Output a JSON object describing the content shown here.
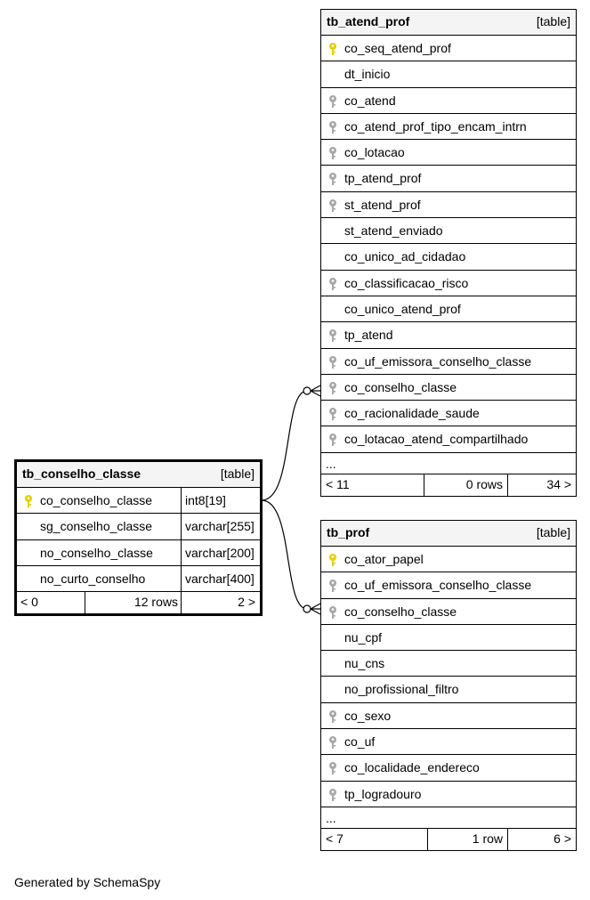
{
  "tables": {
    "atend": {
      "name": "tb_atend_prof",
      "type": "[table]",
      "columns": [
        {
          "name": "co_seq_atend_prof",
          "key": "pk"
        },
        {
          "name": "dt_inicio",
          "key": "none"
        },
        {
          "name": "co_atend",
          "key": "fk"
        },
        {
          "name": "co_atend_prof_tipo_encam_intrn",
          "key": "fk"
        },
        {
          "name": "co_lotacao",
          "key": "fk"
        },
        {
          "name": "tp_atend_prof",
          "key": "fk"
        },
        {
          "name": "st_atend_prof",
          "key": "fk"
        },
        {
          "name": "st_atend_enviado",
          "key": "none"
        },
        {
          "name": "co_unico_ad_cidadao",
          "key": "none"
        },
        {
          "name": "co_classificacao_risco",
          "key": "fk"
        },
        {
          "name": "co_unico_atend_prof",
          "key": "none"
        },
        {
          "name": "tp_atend",
          "key": "fk"
        },
        {
          "name": "co_uf_emissora_conselho_classe",
          "key": "fk"
        },
        {
          "name": "co_conselho_classe",
          "key": "fk"
        },
        {
          "name": "co_racionalidade_saude",
          "key": "fk"
        },
        {
          "name": "co_lotacao_atend_compartilhado",
          "key": "fk"
        }
      ],
      "more": "...",
      "footer": {
        "left": "< 11",
        "mid": "0 rows",
        "right": "34 >"
      }
    },
    "conselho": {
      "name": "tb_conselho_classe",
      "type": "[table]",
      "columns": [
        {
          "name": "co_conselho_classe",
          "key": "pk",
          "datatype": "int8[19]"
        },
        {
          "name": "sg_conselho_classe",
          "key": "none",
          "datatype": "varchar[255]"
        },
        {
          "name": "no_conselho_classe",
          "key": "none",
          "datatype": "varchar[200]"
        },
        {
          "name": "no_curto_conselho",
          "key": "none",
          "datatype": "varchar[400]"
        }
      ],
      "footer": {
        "left": "< 0",
        "mid": "12 rows",
        "right": "2 >"
      }
    },
    "prof": {
      "name": "tb_prof",
      "type": "[table]",
      "columns": [
        {
          "name": "co_ator_papel",
          "key": "pk"
        },
        {
          "name": "co_uf_emissora_conselho_classe",
          "key": "fk"
        },
        {
          "name": "co_conselho_classe",
          "key": "fk"
        },
        {
          "name": "nu_cpf",
          "key": "none"
        },
        {
          "name": "nu_cns",
          "key": "none"
        },
        {
          "name": "no_profissional_filtro",
          "key": "none"
        },
        {
          "name": "co_sexo",
          "key": "fk"
        },
        {
          "name": "co_uf",
          "key": "fk"
        },
        {
          "name": "co_localidade_endereco",
          "key": "fk"
        },
        {
          "name": "tp_logradouro",
          "key": "fk"
        }
      ],
      "more": "...",
      "footer": {
        "left": "< 7",
        "mid": "1 row",
        "right": "6 >"
      }
    }
  },
  "colors": {
    "pk_key": "#e8d000",
    "fk_key": "#a8a8a8",
    "header_bg": "#f4f4f4"
  },
  "generated_by": "Generated by SchemaSpy"
}
